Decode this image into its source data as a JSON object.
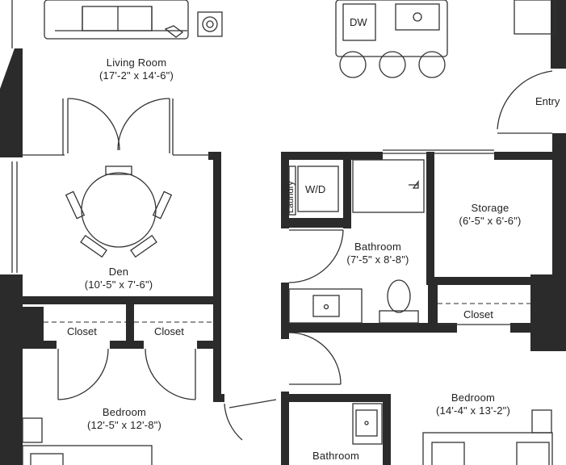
{
  "colors": {
    "wall": "#2b2b2b",
    "line": "#333333",
    "dash": "#555555",
    "background": "#ffffff"
  },
  "rooms": {
    "living_room": {
      "name": "Living Room",
      "dims": "(17'-2\" x 14'-6\")"
    },
    "den": {
      "name": "Den",
      "dims": "(10'-5\" x 7'-6\")"
    },
    "bedroom_left": {
      "name": "Bedroom",
      "dims": "(12'-5\" x 12'-8\")"
    },
    "bathroom_center": {
      "name": "Bathroom",
      "dims": "(7'-5\" x 8'-8\")"
    },
    "storage": {
      "name": "Storage",
      "dims": "(6'-5\" x 6'-6\")"
    },
    "bedroom_right": {
      "name": "Bedroom",
      "dims": "(14'-4\" x 13'-2\")"
    },
    "bathroom_bottom": {
      "name": "Bathroom"
    }
  },
  "labels": {
    "closet_left": "Closet",
    "closet_middle": "Closet",
    "closet_right": "Closet",
    "entry": "Entry",
    "laundry": "Laundry",
    "washer_dryer": "W/D",
    "dishwasher": "DW"
  }
}
